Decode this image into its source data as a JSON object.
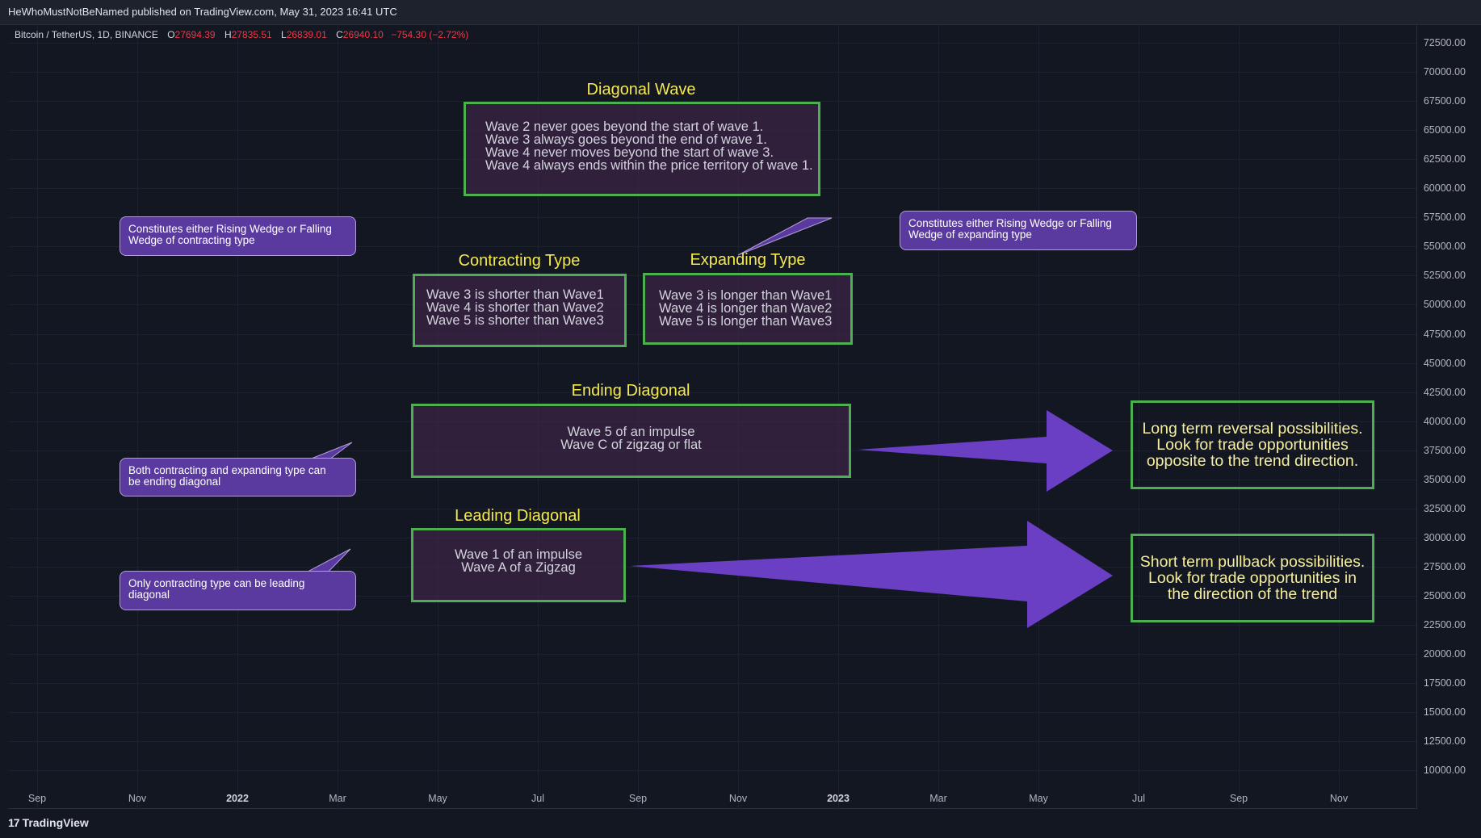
{
  "header": {
    "publisher": "HeWhoMustNotBeNamed published on TradingView.com, May 31, 2023 16:41 UTC"
  },
  "legend": {
    "symbol": "Bitcoin / TetherUS, 1D, BINANCE",
    "open_key": "O",
    "open": "27694.39",
    "high_key": "H",
    "high": "27835.51",
    "low_key": "L",
    "low": "26839.01",
    "close_key": "C",
    "close": "26940.10",
    "change": "−754.30 (−2.72%)"
  },
  "price_axis": [
    "72500.00",
    "70000.00",
    "67500.00",
    "65000.00",
    "62500.00",
    "60000.00",
    "57500.00",
    "55000.00",
    "52500.00",
    "50000.00",
    "47500.00",
    "45000.00",
    "42500.00",
    "40000.00",
    "37500.00",
    "35000.00",
    "32500.00",
    "30000.00",
    "27500.00",
    "25000.00",
    "22500.00",
    "20000.00",
    "17500.00",
    "15000.00",
    "12500.00",
    "10000.00"
  ],
  "time_axis": [
    "Sep",
    "Nov",
    "2022",
    "Mar",
    "May",
    "Jul",
    "Sep",
    "Nov",
    "2023",
    "Mar",
    "May",
    "Jul",
    "Sep",
    "Nov"
  ],
  "diagonal_wave": {
    "title": "Diagonal Wave",
    "lines": [
      "Wave 2 never goes beyond the start of wave 1.",
      "Wave 3 always goes beyond the end of wave 1.",
      "Wave 4 never moves beyond the start of wave 3.",
      "Wave 4 always ends within the price territory of wave 1."
    ]
  },
  "contracting": {
    "title": "Contracting Type",
    "lines": [
      "Wave 3 is shorter than Wave1",
      "Wave 4 is shorter than Wave2",
      "Wave 5 is shorter than Wave3"
    ],
    "callout": [
      "Constitutes either Rising Wedge or Falling",
      "Wedge of contracting type"
    ]
  },
  "expanding": {
    "title": "Expanding Type",
    "lines": [
      "Wave 3 is longer than Wave1",
      "Wave 4 is longer than Wave2",
      "Wave 5 is longer than Wave3"
    ],
    "callout": [
      "Constitutes either Rising Wedge or Falling",
      "Wedge of expanding type"
    ]
  },
  "ending": {
    "title": "Ending Diagonal",
    "lines": [
      "Wave 5 of an impulse",
      "Wave C of zigzag or flat"
    ],
    "callout": [
      "Both contracting and expanding type can",
      "be ending diagonal"
    ],
    "result": [
      "Long term reversal possibilities.",
      "Look for trade opportunities",
      "opposite to the trend direction."
    ]
  },
  "leading": {
    "title": "Leading Diagonal",
    "lines": [
      "Wave 1 of an impulse",
      "Wave A of a Zigzag"
    ],
    "callout": [
      "Only contracting type can be leading",
      "diagonal"
    ],
    "result": [
      "Short term pullback possibilities.",
      "Look for trade opportunities in",
      "the direction of the trend"
    ]
  },
  "footer": {
    "brand": "TradingView",
    "brand_mark": "17"
  },
  "colors": {
    "box_border": "#4caf50",
    "title": "#f5e94d",
    "callout": "#5b3aa0",
    "arrow": "#6a3fc4",
    "negative": "#f23645"
  }
}
